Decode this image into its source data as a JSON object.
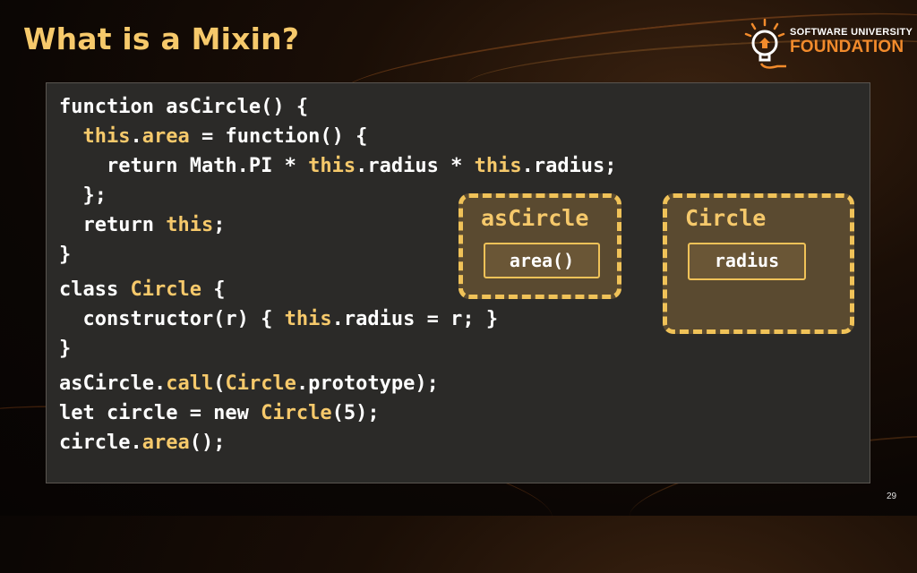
{
  "slide": {
    "title": "What is a Mixin?",
    "page_number": "29"
  },
  "logo": {
    "line1": "SOFTWARE UNIVERSITY",
    "line2": "FOUNDATION",
    "icon": "lightbulb-icon"
  },
  "code_lines": [
    "function asCircle() {",
    "  this.area = function() {",
    "    return Math.PI * this.radius * this.radius;",
    "  };",
    "  return this;",
    "}",
    "class Circle {",
    "  constructor(r) { this.radius = r; }",
    "}",
    "asCircle.call(Circle.prototype);",
    "let circle = new Circle(5);",
    "circle.area();"
  ],
  "diagram": {
    "as_circle": {
      "title": "asCircle",
      "member": "area()"
    },
    "circle": {
      "title": "Circle",
      "member": "radius"
    }
  },
  "colors": {
    "title": "#f6c96b",
    "keyword": "#f6c96b",
    "code_text": "#ffffff",
    "panel_bg": "#2b2a28",
    "box_border": "#f0c258",
    "logo_accent": "#f28b2c"
  }
}
